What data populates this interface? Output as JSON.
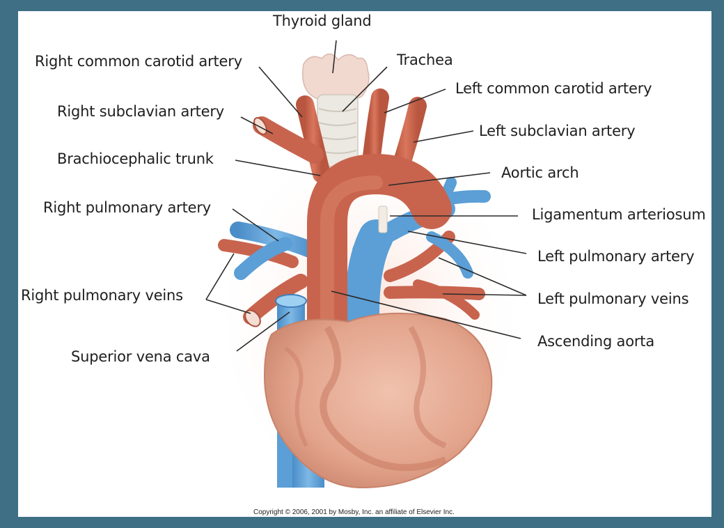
{
  "labels": {
    "thyroid_gland": "Thyroid gland",
    "trachea": "Trachea",
    "right_common_carotid_artery": "Right common carotid artery",
    "left_common_carotid_artery": "Left common carotid artery",
    "right_subclavian_artery": "Right subclavian artery",
    "left_subclavian_artery": "Left subclavian artery",
    "brachiocephalic_trunk": "Brachiocephalic trunk",
    "aortic_arch": "Aortic arch",
    "right_pulmonary_artery": "Right pulmonary artery",
    "ligamentum_arteriosum": "Ligamentum arteriosum",
    "left_pulmonary_artery": "Left pulmonary artery",
    "right_pulmonary_veins": "Right pulmonary veins",
    "left_pulmonary_veins": "Left pulmonary veins",
    "ascending_aorta": "Ascending aorta",
    "superior_vena_cava": "Superior vena cava"
  },
  "copyright": "Copyright © 2006, 2001 by Mosby, Inc. an affiliate of Elsevier Inc.",
  "colors": {
    "frame": "#3f6f84",
    "artery": "#c8644e",
    "vein": "#5b9fd6",
    "heart": "#e2a58f"
  }
}
